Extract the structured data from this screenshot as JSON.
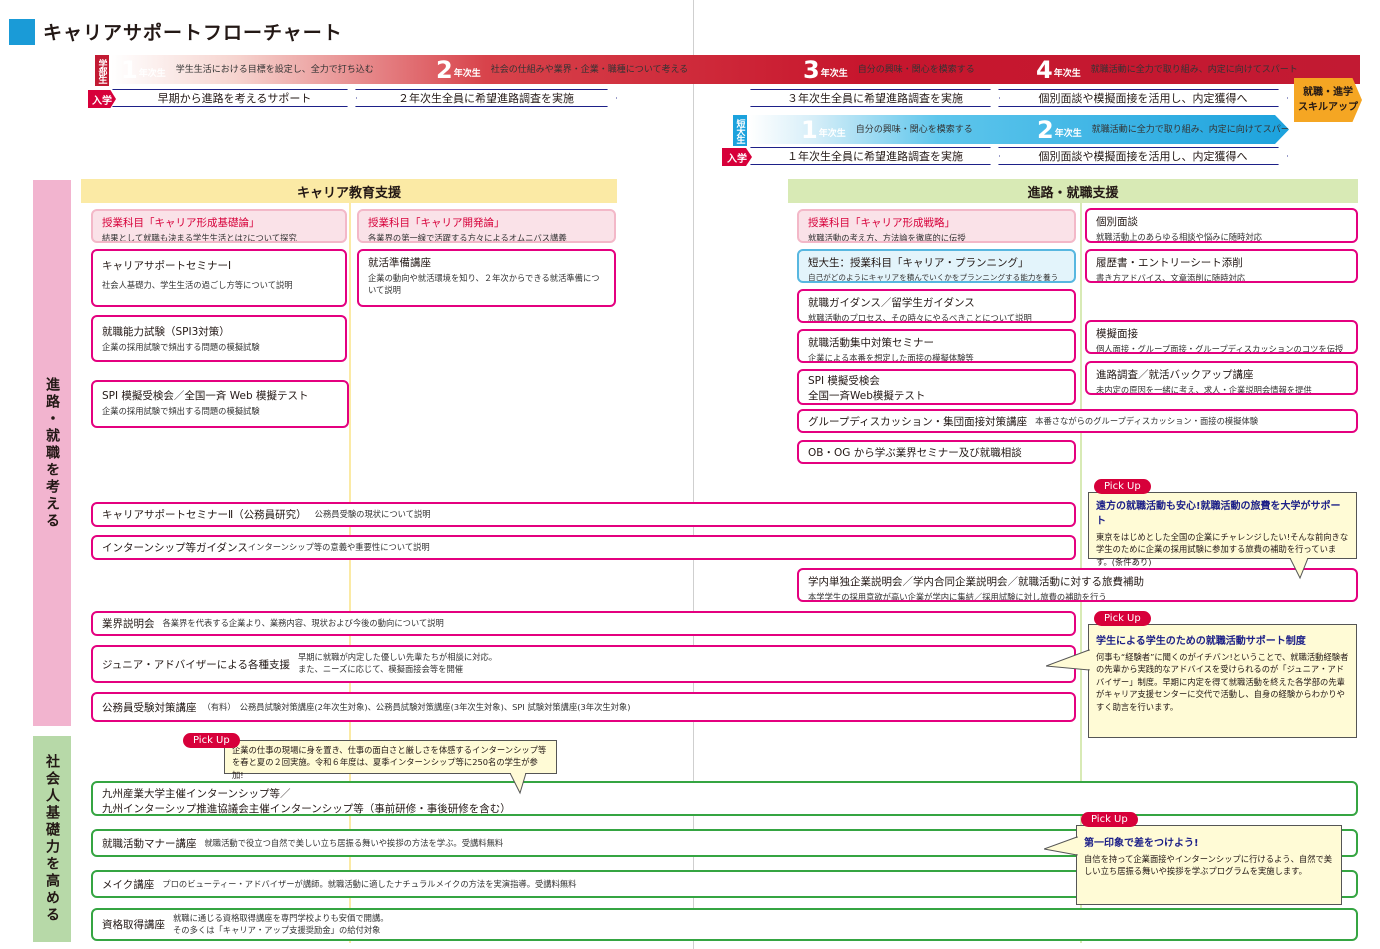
{
  "title": "キャリアサポートフローチャート",
  "tags": {
    "univ": "学部生",
    "tanki": "短大生",
    "enter": "入学"
  },
  "univ_years": [
    {
      "num": "1",
      "unit": "年次生",
      "desc": "学生生活における目標を設定し、全力で打ち込む"
    },
    {
      "num": "2",
      "unit": "年次生",
      "desc": "社会の仕組みや業界・企業・職種について考える"
    },
    {
      "num": "3",
      "unit": "年次生",
      "desc": "自分の興味・関心を模索する"
    },
    {
      "num": "4",
      "unit": "年次生",
      "desc": "就職活動に全力で取り組み、内定に向けてスパート"
    }
  ],
  "tanki_years": [
    {
      "num": "1",
      "unit": "年次生",
      "desc": "自分の興味・関心を模索する"
    },
    {
      "num": "2",
      "unit": "年次生",
      "desc": "就職活動に全力で取り組み、内定に向けてスパート"
    }
  ],
  "univ_arrows": [
    "早期から進路を考えるサポート",
    "２年次生全員に希望進路調査を実施",
    "３年次生全員に希望進路調査を実施",
    "個別面談や模擬面接を活用し、内定獲得へ"
  ],
  "tanki_arrows": [
    "１年次生全員に希望進路調査を実施",
    "個別面談や模擬面接を活用し、内定獲得へ"
  ],
  "step_up": {
    "line1": "就職・進学",
    "line2": "スキルアップ"
  },
  "sections": {
    "left": "キャリア教育支援",
    "right": "進路・就職支援"
  },
  "side_labels": {
    "a": "進路・就職を考える",
    "b": "社会人基礎力を高める"
  },
  "boxes": {
    "b1": {
      "h": "授業科目「キャリア形成基礎論」",
      "d": "結果として就職も決まる学生生活とは?について探究"
    },
    "b2": {
      "h": "授業科目「キャリア開発論」",
      "d": "各業界の第一線で活躍する方々によるオムニバス講義"
    },
    "b3": {
      "h": "授業科目「キャリア形成戦略」",
      "d": "就職活動の考え方、方法論を徹底的に伝授"
    },
    "b4": {
      "h": "個別面談",
      "d": "就職活動上のあらゆる相談や悩みに随時対応"
    },
    "b5": {
      "h": "キャリアサポートセミナーⅠ",
      "d": "社会人基礎力、学生生活の過ごし方等について説明"
    },
    "b6": {
      "h": "就活準備講座",
      "d": "企業の動向や就活環境を知り、２年次からできる就活準備について説明"
    },
    "b7": {
      "h": "短大生：授業科目「キャリア・プランニング」",
      "d": "自己がどのようにキャリアを積んでいくかをプランニングする能力を養う"
    },
    "b8": {
      "h": "履歴書・エントリーシート添削",
      "d": "書き方アドバイス、文章添削に随時対応"
    },
    "b9": {
      "h": "就職ガイダンス／留学生ガイダンス",
      "d": "就職活動のプロセス、その時々にやるべきことについて説明"
    },
    "b10": {
      "h": "就職能力試験（SPI3対策）",
      "d": "企業の採用試験で頻出する問題の模擬試験"
    },
    "b11": {
      "h": "就職活動集中対策セミナー",
      "d": "企業による本番を想定した面接の模擬体験等"
    },
    "b12": {
      "h": "模擬面接",
      "d": "個人面接・グループ面接・グループディスカッションのコツを伝授"
    },
    "b13": {
      "h1": "SPI 模擬受検会",
      "h2": "全国一斉Web模擬テスト"
    },
    "b14": {
      "h": "進路調査／就活バックアップ講座",
      "d": "未内定の原因を一緒に考え、求人・企業説明会情報を提供"
    },
    "b15": {
      "h": "SPI 模擬受検会／全国一斉 Web 模擬テスト",
      "d": "企業の採用試験で頻出する問題の模擬試験"
    },
    "b16": {
      "h": "グループディスカッション・集団面接対策講座",
      "d": "本番さながらのグループディスカッション・面接の模擬体験"
    },
    "b17": {
      "h": "OB・OG から学ぶ業界セミナー及び就職相談"
    },
    "b18": {
      "h": "キャリアサポートセミナーⅡ（公務員研究）",
      "d": "公務員受験の現状について説明"
    },
    "b19": {
      "h": "インターンシップ等ガイダンス",
      "d": "インターンシップ等の意義や重要性について説明"
    },
    "b20": {
      "h": "学内単独企業説明会／学内合同企業説明会／就職活動に対する旅費補助",
      "d": "本学学生の採用意欲が高い企業が学内に集結／採用試験に対し旅費の補助を行う"
    },
    "b21": {
      "h": "業界説明会",
      "d": "各業界を代表する企業より、業務内容、現状および今後の動向について説明"
    },
    "b22": {
      "h": "ジュニア・アドバイザーによる各種支援",
      "d1": "早期に就職が内定した優しい先輩たちが相談に対応。",
      "d2": "また、ニーズに応じて、模擬面接会等を開催"
    },
    "b23": {
      "h": "公務員受験対策講座",
      "note": "（有料）",
      "d": "公務員試験対策講座(2年次生対象)、公務員試験対策講座(3年次生対象)、SPI 試験対策講座(3年次生対象)"
    },
    "b24": {
      "h1": "九州産業大学主催インターンシップ等／",
      "h2": "九州インターシップ推進協議会主催インターンシップ等（事前研修・事後研修を含む）"
    },
    "b25": {
      "h": "就職活動マナー講座",
      "d": "就職活動で役立つ自然で美しい立ち居振る舞いや挨拶の方法を学ぶ。受講料無料"
    },
    "b26": {
      "h": "メイク講座",
      "d": "プロのビューティー・アドバイザーが講師。就職活動に適したナチュラルメイクの方法を実演指導。受講料無料"
    },
    "b27": {
      "h": "資格取得講座",
      "d1": "就職に通じる資格取得講座を専門学校よりも安価で開講。",
      "d2": "その多くは「キャリア・アップ支援奨励金」の給付対象"
    }
  },
  "pickup_label": "Pick Up",
  "callouts": {
    "c1": {
      "t": "遠方の就職活動も安心!就職活動の旅費を大学がサポート",
      "d": "東京をはじめとした全国の企業にチャレンジしたい!そんな前向きな学生のために企業の採用試験に参加する旅費の補助を行っています。(条件あり)"
    },
    "c2": {
      "t": "学生による学生のための就職活動サポート制度",
      "d": "何事も“経験者”に聞くのがイチバン!ということで、就職活動経験者の先輩から実践的なアドバイスを受けられるのが「ジュニア・アドバイザー」制度。早期に内定を得て就職活動を終えた各学部の先輩がキャリア支援センターに交代で活動し、自身の経験からわかりやすく助言を行います。"
    },
    "c3": {
      "d": "企業の仕事の現場に身を置き、仕事の面白さと厳しさを体感するインターンシップ等を春と夏の２回実施。令和６年度は、夏季インターンシップ等に250名の学生が参加!"
    },
    "c4": {
      "t": "第一印象で差をつけよう!",
      "d": "自信を持って企業面接やインターンシップに行けるよう、自然で美しい立ち居振る舞いや挨拶を学ぶプログラムを実施します。"
    }
  },
  "colors": {
    "magenta": "#e4007f",
    "green": "#35a542",
    "navy": "#1d2088",
    "pink_side": "#f2b4cf",
    "green_side": "#b7d9a8",
    "yellow_hdr": "#fbeaa5",
    "green_hdr": "#d8eab5",
    "univ_bar": "#c21a33",
    "tanki_bar": "#1ca2dd",
    "step_up": "#f5a623",
    "pickup": "#d7003a"
  }
}
